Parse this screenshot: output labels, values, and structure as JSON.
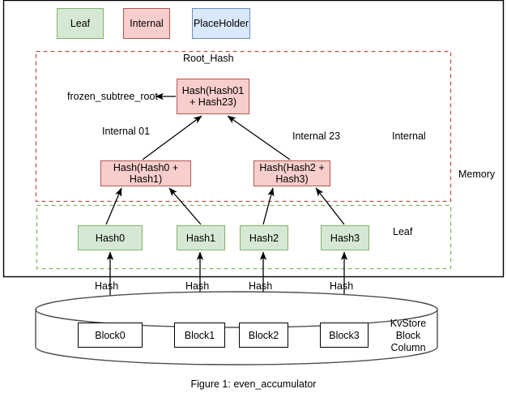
{
  "figure": {
    "caption": "Figure 1: even_accumulator"
  },
  "legend": {
    "items": [
      {
        "label": "Leaf",
        "kind": "leaf",
        "color": "#d5e8d4",
        "border": "#82b366"
      },
      {
        "label": "Internal",
        "kind": "internal",
        "color": "#f8cecc",
        "border": "#b85450"
      },
      {
        "label": "PlaceHolder",
        "kind": "placeholder",
        "color": "#dae8fc",
        "border": "#6c8ebf"
      }
    ]
  },
  "regions": {
    "memory_label": "Memory",
    "internal_region": {
      "label": "Internal",
      "border_color": "#b85450",
      "style": "dashed"
    },
    "leaf_region": {
      "label": "Leaf",
      "border_color": "#82b366",
      "style": "dashed"
    },
    "outer_label": "Memory"
  },
  "tree": {
    "root_title": "Root_Hash",
    "root": {
      "line1": "Hash(Hash01",
      "line2": "+ Hash23)"
    },
    "frozen_pointer_label": "frozen_subtree_root",
    "internal_labels": {
      "left": "Internal 01",
      "right": "Internal 23"
    },
    "internal_nodes": [
      {
        "line1": "Hash(Hash0 +",
        "line2": "Hash1)"
      },
      {
        "line1": "Hash(Hash2 +",
        "line2": "Hash3)"
      }
    ],
    "leaves": [
      "Hash0",
      "Hash1",
      "Hash2",
      "Hash3"
    ]
  },
  "storage": {
    "edge_labels": [
      "Hash",
      "Hash",
      "Hash",
      "Hash"
    ],
    "blocks": [
      "Block0",
      "Block1",
      "Block2",
      "Block3"
    ],
    "store_label": {
      "line1": "KvStore",
      "line2": "Block",
      "line3": "Column"
    }
  }
}
